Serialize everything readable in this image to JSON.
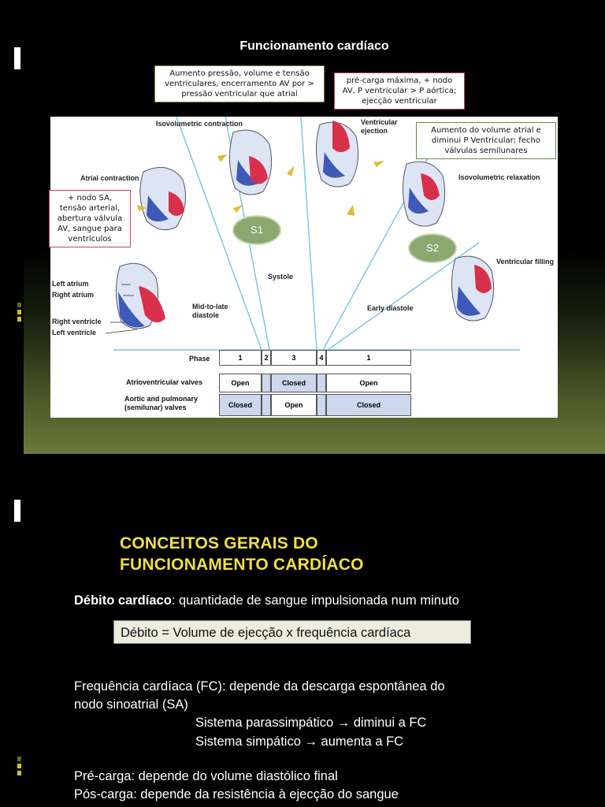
{
  "slide1": {
    "title": "Funcionamento cardíaco",
    "notes": {
      "top_left": "Aumento pressão, volume e tensão ventriculares, encerramento AV por > pressão ventricular que atrial",
      "top_right": "pré-carga máxima, + nodo AV, P ventricular > P aórtica; ejecção ventricular",
      "right": "Aumento do volume atrial e diminui P Ventricular; fecho válvulas semilunares",
      "left": "+ nodo SA, tensão arterial, abertura válvula AV, sangue para ventrículos"
    },
    "diagram": {
      "labels": {
        "isovolumetric_contraction": "Isovolumetric contraction",
        "ventricular_ejection": "Ventricular ejection",
        "isovolumetric_relaxation": "Isovolumetric relaxation",
        "atrial_contraction": "Atrial contraction",
        "ventricular_filling": "Ventricular filling",
        "systole": "Systole",
        "early_diastole": "Early diastole",
        "mid_late_diastole": "Mid-to-late diastole",
        "left_atrium": "Left atrium",
        "right_atrium": "Right atrium",
        "right_ventricle": "Right ventricle",
        "left_ventricle": "Left ventricle"
      },
      "s1": "S1",
      "s2": "S2",
      "table": {
        "phase_label": "Phase",
        "phases": [
          "1",
          "2",
          "3",
          "4",
          "1"
        ],
        "av_label": "Atrioventricular valves",
        "av_values": [
          "Open",
          "Closed",
          "Open"
        ],
        "semilunar_label": "Aortic and pulmonary (semilunar) valves",
        "semilunar_values": [
          "Closed",
          "Open",
          "Closed"
        ]
      }
    }
  },
  "slide2": {
    "title_line1": "CONCEITOS GERAIS DO",
    "title_line2": "FUNCIONAMENTO CARDÍACO",
    "debito_term": "Débito cardíaco",
    "debito_def": ": quantidade de sangue impulsionada num minuto",
    "formula": "Débito = Volume de ejecção x frequência cardíaca",
    "fc_line1": "Frequência cardíaca (FC): depende da descarga espontânea do",
    "fc_line2": "nodo sinoatrial (SA)",
    "parassimpatico": "Sistema parassimpático → diminui a FC",
    "simpatico": "Sistema simpático → aumenta a FC",
    "precarga": "Pré-carga: depende do volume diastólico final",
    "poscarga": "Pós-carga: depende da resistência à ejecção do sangue"
  }
}
